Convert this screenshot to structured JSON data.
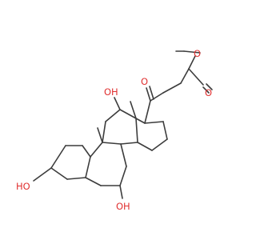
{
  "molecule": {
    "atoms": {
      "oh_top": "OH",
      "oh_left": "HO",
      "oh_bottom": "OH",
      "ketone_o": "O",
      "ester_o_single": "O",
      "ester_o_double": "O"
    },
    "colors": {
      "bond": "#3c3c3c",
      "heteroatom": "#e03030",
      "background": "#ffffff"
    }
  }
}
